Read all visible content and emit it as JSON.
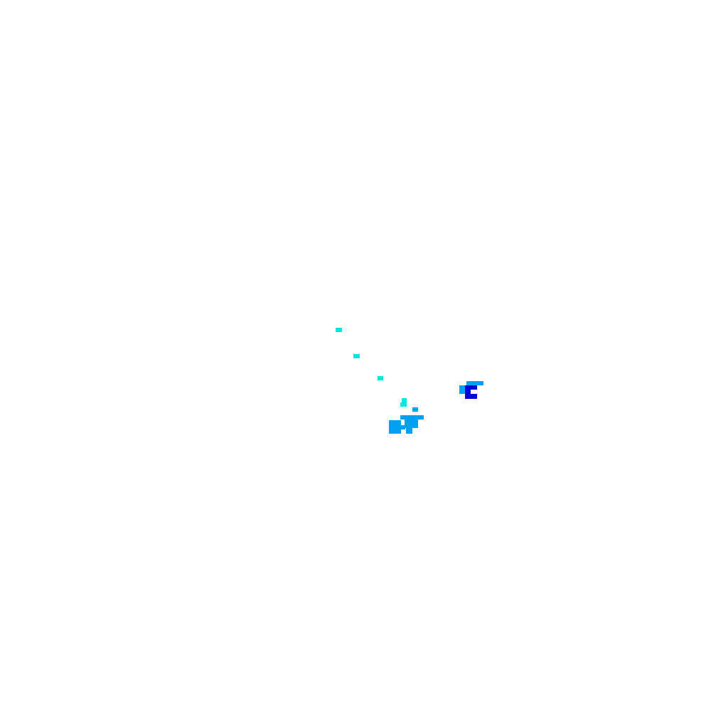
{
  "map": {
    "background_color": "#ffffff",
    "legend_visible": false,
    "labels_visible": false,
    "intensity_colors": {
      "light": "#00e5e5",
      "medium": "#00a0f0",
      "strong": "#0000d8"
    },
    "features": [
      {
        "name": "echo-cell-1",
        "intensity": "light"
      },
      {
        "name": "echo-cell-2",
        "intensity": "light"
      },
      {
        "name": "echo-cell-3",
        "intensity": "light"
      },
      {
        "name": "echo-cell-4",
        "intensity": "light"
      },
      {
        "name": "echo-cell-5",
        "intensity": "medium"
      },
      {
        "name": "echo-cell-6",
        "intensity": "medium"
      },
      {
        "name": "echo-cell-7",
        "intensity": "medium"
      },
      {
        "name": "echo-cell-8",
        "intensity": "strong"
      }
    ]
  }
}
